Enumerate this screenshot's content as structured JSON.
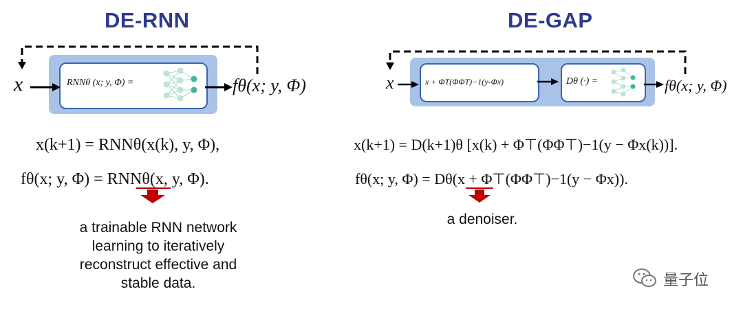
{
  "left": {
    "title": "DE-RNN",
    "input": "x",
    "box": "RNNθ (x; y, Φ) =",
    "output": "fθ(x; y, Φ)",
    "eq1_lhs": "x(k+1) = RNNθ(x(k), y, Φ),",
    "eq2": "fθ(x; y, Φ) = RNNθ(x, y, Φ).",
    "caption": [
      "a trainable RNN network",
      "learning to iteratively",
      "reconstruct effective and",
      "stable data."
    ]
  },
  "right": {
    "title": "DE-GAP",
    "input": "x",
    "box1": "x + ΦT(ΦΦT)−1(y-Φx)",
    "box2": "Dθ (·) =",
    "output": "fθ(x; y, Φ)",
    "eq1": "x(k+1) = D(k+1)θ [x(k) + Φ⊤(ΦΦ⊤)−1(y − Φx(k))].",
    "eq2": "fθ(x; y, Φ) = Dθ(x + Φ⊤(ΦΦ⊤)−1(y − Φx)).",
    "caption": "a denoiser."
  },
  "watermark": "量子位",
  "colors": {
    "title": "#2e3a8c",
    "panel": "#a9c2e8",
    "box_border": "#3a66b0",
    "arrow_red": "#c00000"
  }
}
